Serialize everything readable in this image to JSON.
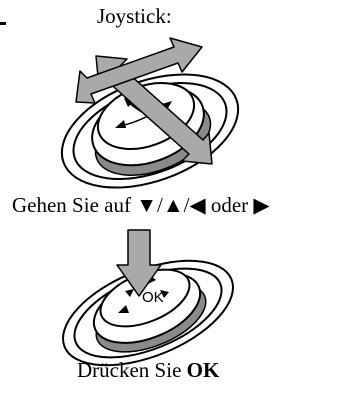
{
  "title": "Joystick:",
  "navigate_instruction": "Gehen Sie auf  ▼/▲/◀ oder ▶",
  "press_prefix": "Drücken Sie ",
  "press_key": "OK",
  "knob_label": "OK",
  "colors": {
    "arrow_fill": "#a9a9a9",
    "shadow": "#8a8a8a",
    "outline": "#000000"
  }
}
